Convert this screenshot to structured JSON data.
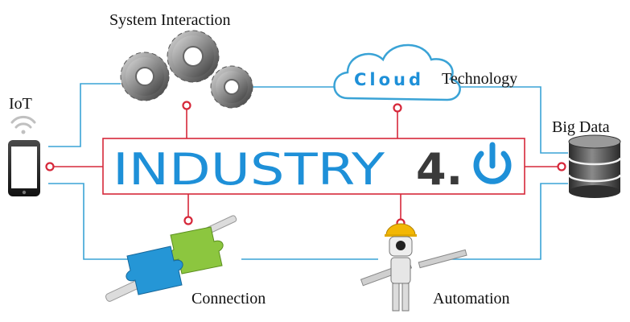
{
  "diagram": {
    "center": {
      "title": "INDUSTRY",
      "version": "4.",
      "power_icon": "power-icon"
    },
    "labels": {
      "system_interaction": "System Interaction",
      "cloud_word": "Cloud",
      "technology": "Technology",
      "iot": "IoT",
      "big_data": "Big Data",
      "connection": "Connection",
      "automation": "Automation"
    },
    "icons": {
      "gears": "gears-icon",
      "cloud": "cloud-icon",
      "phone": "smartphone-icon",
      "wifi": "wifi-icon",
      "database": "database-icon",
      "puzzle": "puzzle-icon",
      "plug": "plug-icon",
      "robot": "robot-icon"
    },
    "colors": {
      "accent_blue": "#1e90d8",
      "connector_red": "#d6283a",
      "line_blue": "#3aa3d6",
      "title_dark": "#3a3a3a"
    }
  }
}
